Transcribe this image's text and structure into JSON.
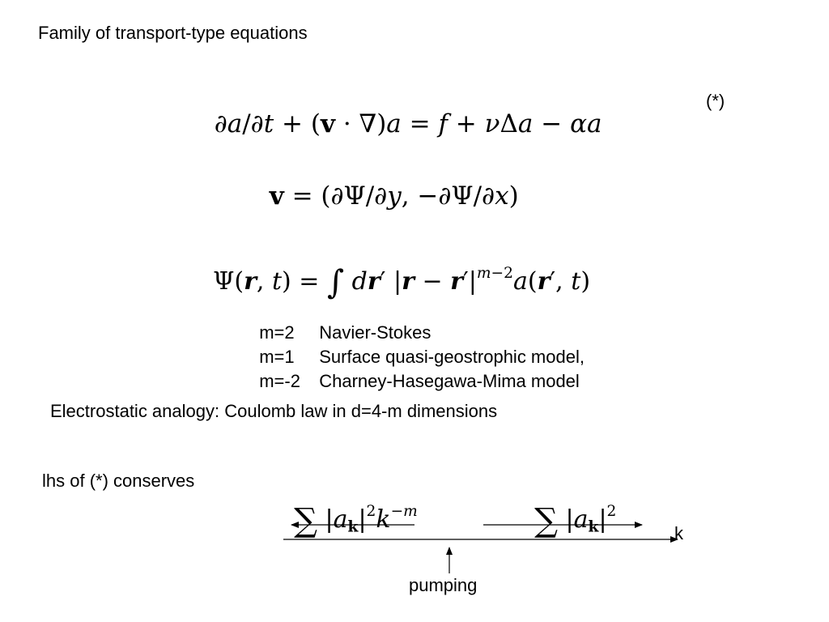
{
  "slide": {
    "title": "Family of transport-type equations",
    "equation_tag": "(*)",
    "models": [
      {
        "m": "m=2",
        "name": "Navier-Stokes"
      },
      {
        "m": "m=1",
        "name": "Surface quasi-geostrophic model,"
      },
      {
        "m": "m=-2",
        "name": "Charney-Hasegawa-Mima model"
      }
    ],
    "analogy": "Electrostatic analogy: Coulomb law in d=4-m dimensions",
    "conserves_label": "lhs of (*) conserves",
    "k_label": "k",
    "pumping_label": "pumping"
  }
}
